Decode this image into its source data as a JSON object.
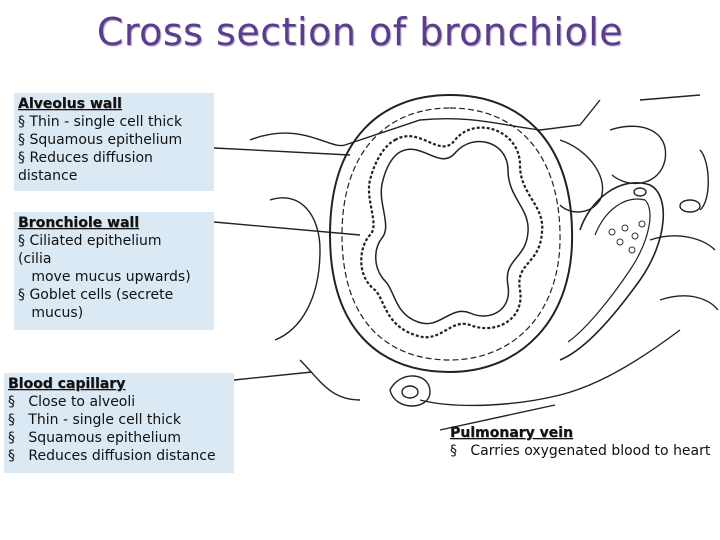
{
  "title": "Cross section of bronchiole",
  "alveolus": {
    "heading": "Alveolus wall",
    "lines": [
      "§ Thin - single cell thick",
      "§ Squamous epithelium",
      "§ Reduces diffusion",
      "distance"
    ]
  },
  "bronchiole": {
    "heading": "Bronchiole wall",
    "lines": [
      "§ Ciliated epithelium",
      "(cilia",
      "   move mucus upwards)",
      "§ Goblet cells (secrete",
      "   mucus)"
    ]
  },
  "capillary": {
    "heading": "Blood capillary",
    "lines": [
      "§   Close to alveoli",
      "§   Thin - single cell thick",
      "§   Squamous epithelium",
      "§   Reduces diffusion distance"
    ]
  },
  "pulmonary": {
    "heading": "Pulmonary vein",
    "lines": [
      "§   Carries oxygenated blood to heart"
    ]
  }
}
